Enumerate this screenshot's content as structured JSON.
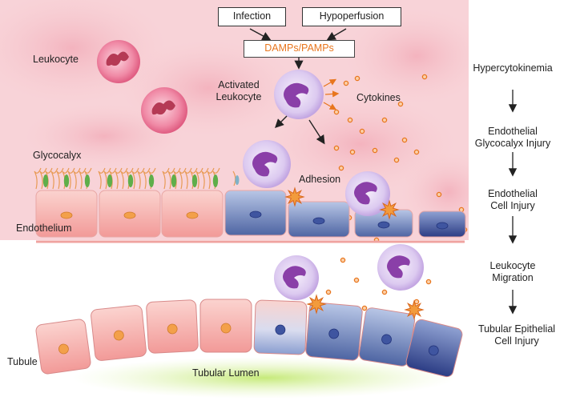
{
  "triggers": {
    "infection": "Infection",
    "hypoperfusion": "Hypoperfusion",
    "damps": "DAMPs/PAMPs"
  },
  "labels": {
    "leukocyte": "Leukocyte",
    "activated_leukocyte_line1": "Activated",
    "activated_leukocyte_line2": "Leukocyte",
    "cytokines": "Cytokines",
    "glycocalyx": "Glycocalyx",
    "adhesion": "Adhesion",
    "endothelium": "Endothelium",
    "tubule": "Tubule",
    "tubular_lumen": "Tubular Lumen"
  },
  "flow": [
    {
      "line1": "Hypercytokinemia",
      "line2": ""
    },
    {
      "line1": "Endothelial",
      "line2": "Glycocalyx Injury"
    },
    {
      "line1": "Endothelial",
      "line2": "Cell Injury"
    },
    {
      "line1": "Leukocyte",
      "line2": "Migration"
    },
    {
      "line1": "Tubular Epithelial",
      "line2": "Cell Injury"
    }
  ],
  "colors": {
    "blood_background": "#f6c9cf",
    "healthy_cell": "#f3a7a4",
    "injured_cell": "#6b80ad",
    "leukocyte_resting": "#e8678a",
    "leukocyte_activated": "#cfb6e6",
    "nucleus_activated": "#8a3fa8",
    "cytokine": "#e8761e",
    "lumen": "#b9e26e"
  }
}
